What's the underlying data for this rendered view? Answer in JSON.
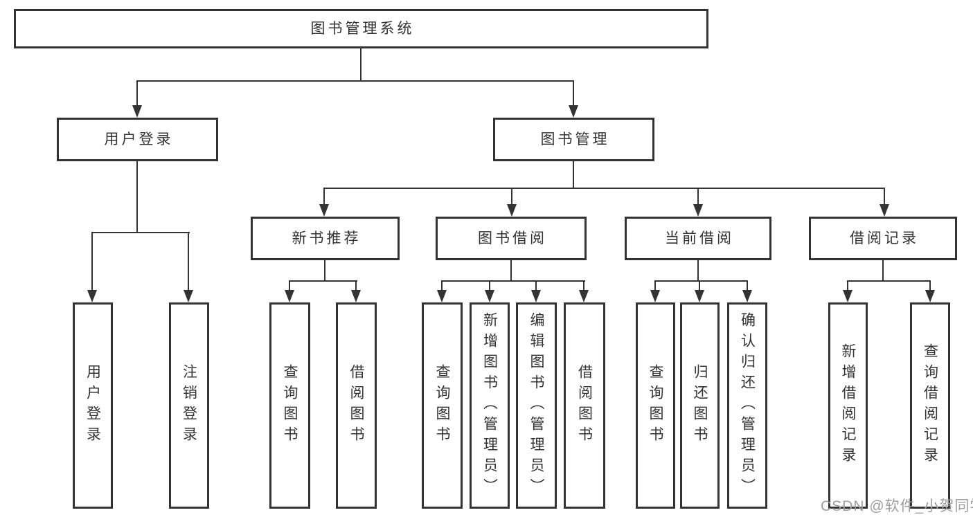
{
  "diagram": {
    "root": {
      "label": "图书管理系统"
    },
    "branches": [
      {
        "label": "用户登录",
        "children": [
          {
            "label": "用户登录"
          },
          {
            "label": "注销登录"
          }
        ]
      },
      {
        "label": "图书管理",
        "children": [
          {
            "label": "新书推荐",
            "children": [
              {
                "label": "查询图书"
              },
              {
                "label": "借阅图书"
              }
            ]
          },
          {
            "label": "图书借阅",
            "children": [
              {
                "label": "查询图书"
              },
              {
                "label": "新增图书（管理员）"
              },
              {
                "label": "编辑图书（管理员）"
              },
              {
                "label": "借阅图书"
              }
            ]
          },
          {
            "label": "当前借阅",
            "children": [
              {
                "label": "查询图书"
              },
              {
                "label": "归还图书"
              },
              {
                "label": "确认归还（管理员）"
              }
            ]
          },
          {
            "label": "借阅记录",
            "children": [
              {
                "label": "新增借阅记录"
              },
              {
                "label": "查询借阅记录"
              }
            ]
          }
        ]
      }
    ]
  },
  "watermark": {
    "text": "CSDN @软件_小贺同学"
  },
  "colors": {
    "line": "#333333",
    "text": "#333333",
    "box_bg": "#ffffff",
    "watermark": "#9e9e9e"
  }
}
